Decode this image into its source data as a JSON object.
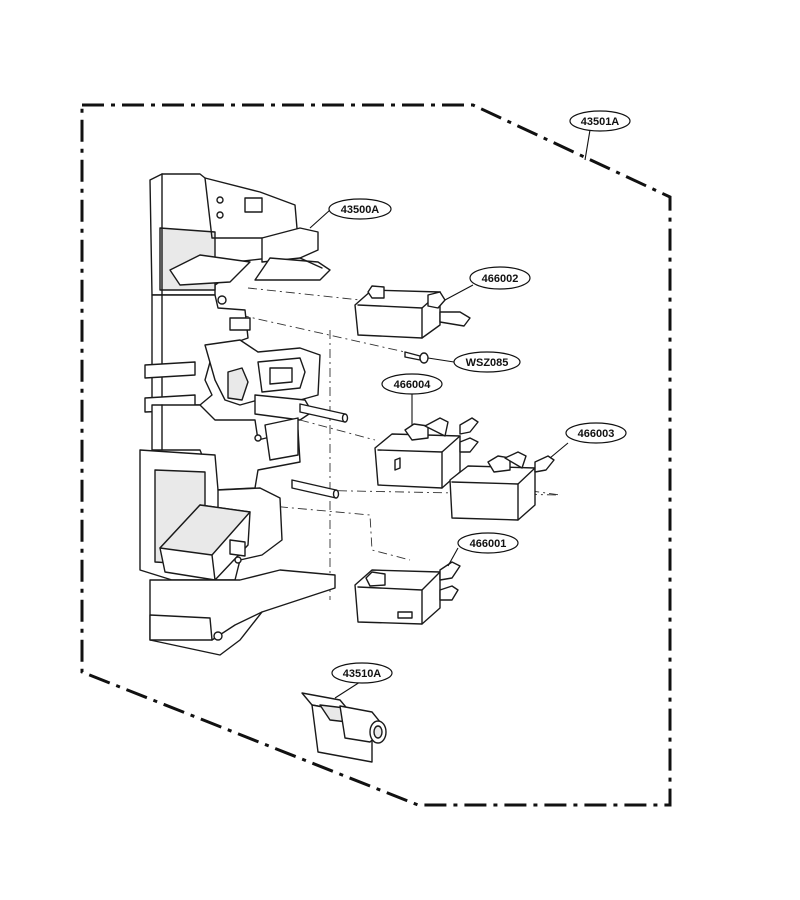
{
  "callouts": {
    "assembly": "43501A",
    "frame": "43500A",
    "switch_top": "466002",
    "screw": "WSZ085",
    "switch_mid_left": "466004",
    "switch_mid_right": "466003",
    "switch_bottom": "466001",
    "latch": "43510A"
  }
}
